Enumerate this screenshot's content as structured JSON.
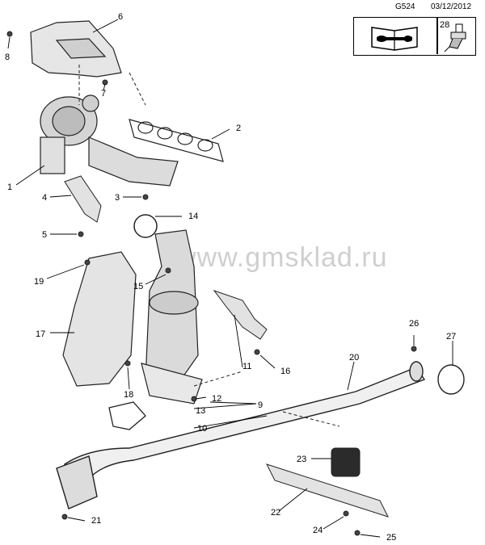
{
  "header": {
    "code": "G524",
    "date": "03/12/2012"
  },
  "infobox": {
    "part_ref": "28"
  },
  "watermark": "www.gmsklad.ru",
  "callouts": [
    {
      "id": "1",
      "label": "1"
    },
    {
      "id": "2",
      "label": "2"
    },
    {
      "id": "3",
      "label": "3"
    },
    {
      "id": "4",
      "label": "4"
    },
    {
      "id": "5",
      "label": "5"
    },
    {
      "id": "6",
      "label": "6"
    },
    {
      "id": "7",
      "label": "7"
    },
    {
      "id": "8",
      "label": "8"
    },
    {
      "id": "9",
      "label": "9"
    },
    {
      "id": "10",
      "label": "10"
    },
    {
      "id": "11",
      "label": "11"
    },
    {
      "id": "12",
      "label": "12"
    },
    {
      "id": "13",
      "label": "13"
    },
    {
      "id": "14",
      "label": "14"
    },
    {
      "id": "15",
      "label": "15"
    },
    {
      "id": "16",
      "label": "16"
    },
    {
      "id": "17",
      "label": "17"
    },
    {
      "id": "18",
      "label": "18"
    },
    {
      "id": "19",
      "label": "19"
    },
    {
      "id": "20",
      "label": "20"
    },
    {
      "id": "21",
      "label": "21"
    },
    {
      "id": "22",
      "label": "22"
    },
    {
      "id": "23",
      "label": "23"
    },
    {
      "id": "24",
      "label": "24"
    },
    {
      "id": "25",
      "label": "25"
    },
    {
      "id": "26",
      "label": "26"
    },
    {
      "id": "27",
      "label": "27"
    }
  ]
}
